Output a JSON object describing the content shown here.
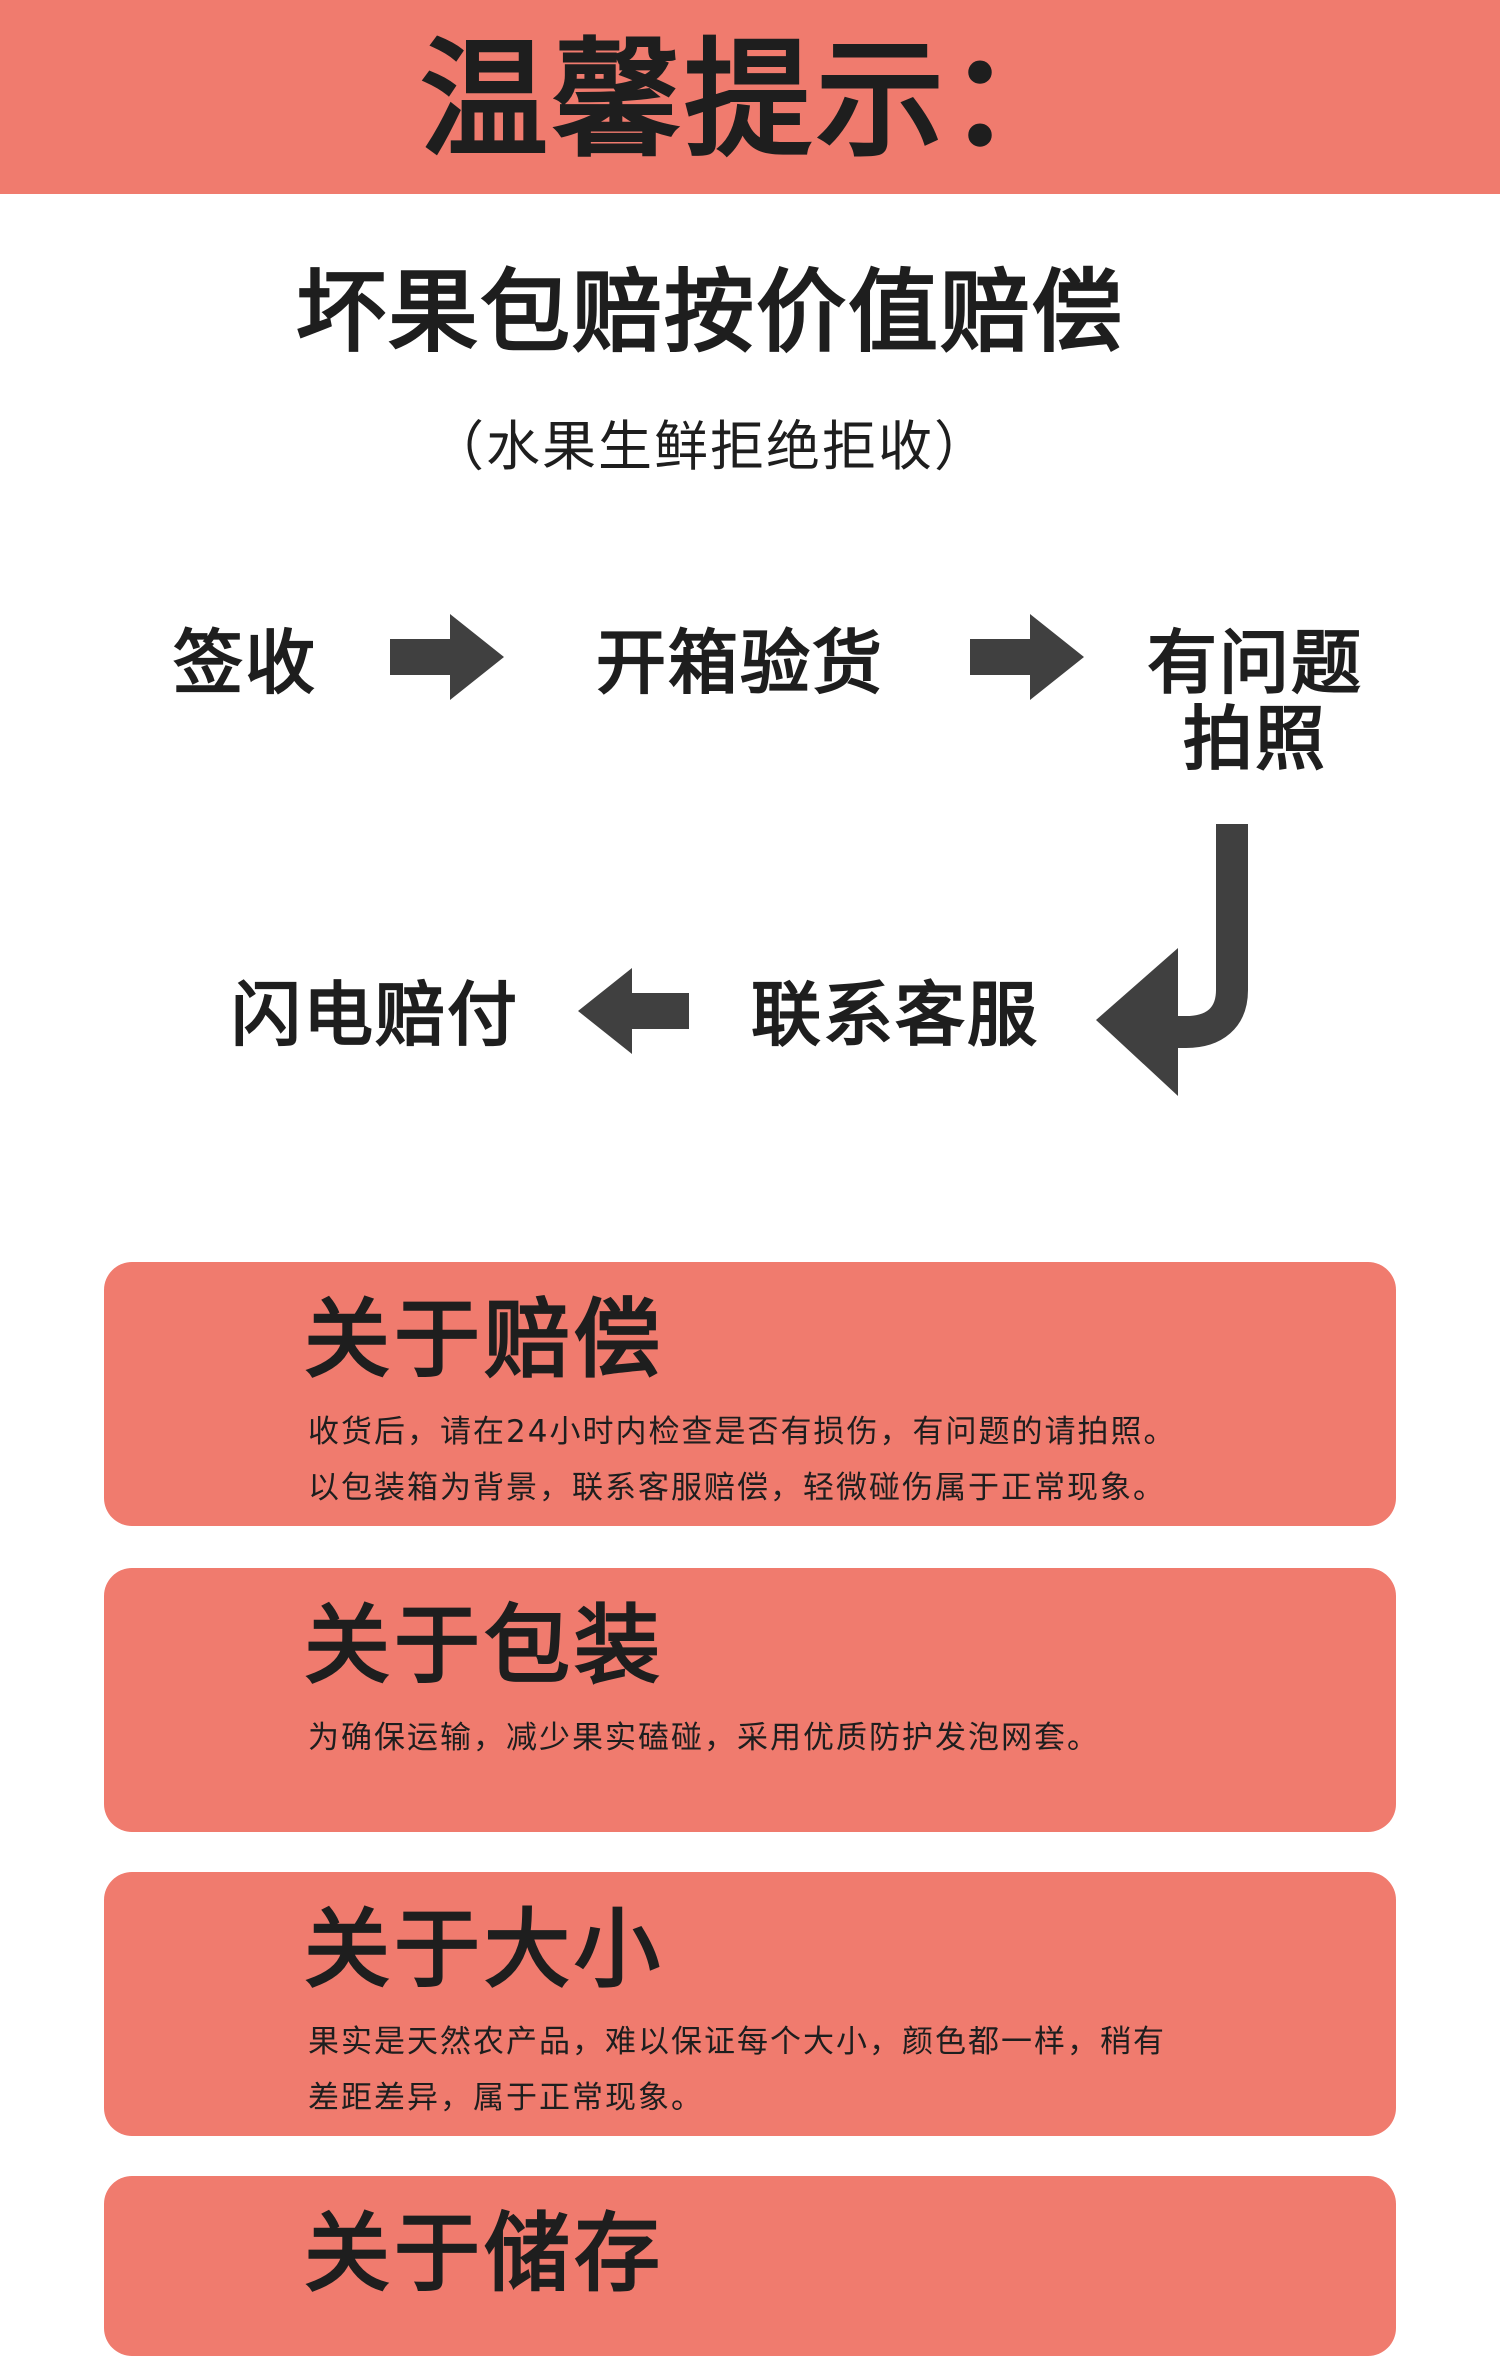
{
  "banner": {
    "title": "温馨提示："
  },
  "headline": "坏果包赔按价值赔偿",
  "subline": "（水果生鲜拒绝拒收）",
  "flow": {
    "step1": "签收",
    "step2": "开箱验货",
    "step3_line1": "有问题",
    "step3_line2": "拍照",
    "step4": "联系客服",
    "step5": "闪电赔付",
    "arrow_color": "#404040"
  },
  "cards": [
    {
      "title": "关于赔偿",
      "lines": [
        "收货后，请在24小时内检查是否有损伤，有问题的请拍照。",
        "以包装箱为背景，联系客服赔偿，轻微碰伤属于正常现象。"
      ]
    },
    {
      "title": "关于包装",
      "lines": [
        "为确保运输，减少果实磕碰，采用优质防护发泡网套。"
      ]
    },
    {
      "title": "关于大小",
      "lines": [
        "果实是天然农产品，难以保证每个大小，颜色都一样，稍有",
        "差距差异，属于正常现象。"
      ]
    },
    {
      "title": "关于储存",
      "lines": []
    }
  ],
  "colors": {
    "accent": "#f07b6e",
    "text": "#1e1e1e"
  }
}
